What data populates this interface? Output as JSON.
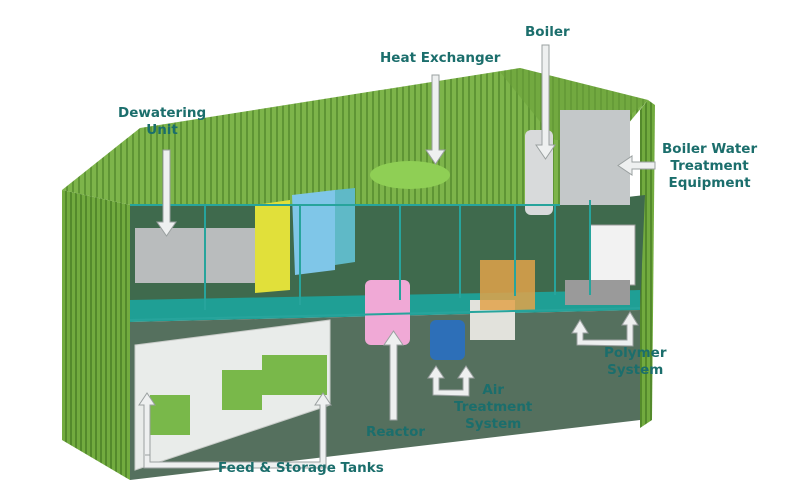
{
  "labels": {
    "dewatering": "Dewatering\nUnit",
    "dewatering_l1": "Dewatering",
    "dewatering_l2": "Unit",
    "heat_exchanger": "Heat Exchanger",
    "boiler": "Boiler",
    "boiler_water_l1": "Boiler Water",
    "boiler_water_l2": "Treatment",
    "boiler_water_l3": "Equipment",
    "polymer_l1": "Polymer",
    "polymer_l2": "System",
    "air_l1": "Air",
    "air_l2": "Treatment",
    "air_l3": "System",
    "reactor": "Reactor",
    "feed_storage": "Feed & Storage Tanks"
  },
  "colors": {
    "label": "#1b6e6c",
    "container": "#6fa83c",
    "container_dark": "#4c7d26",
    "frame": "#2aa19a",
    "arrow": "#e9ecec"
  }
}
